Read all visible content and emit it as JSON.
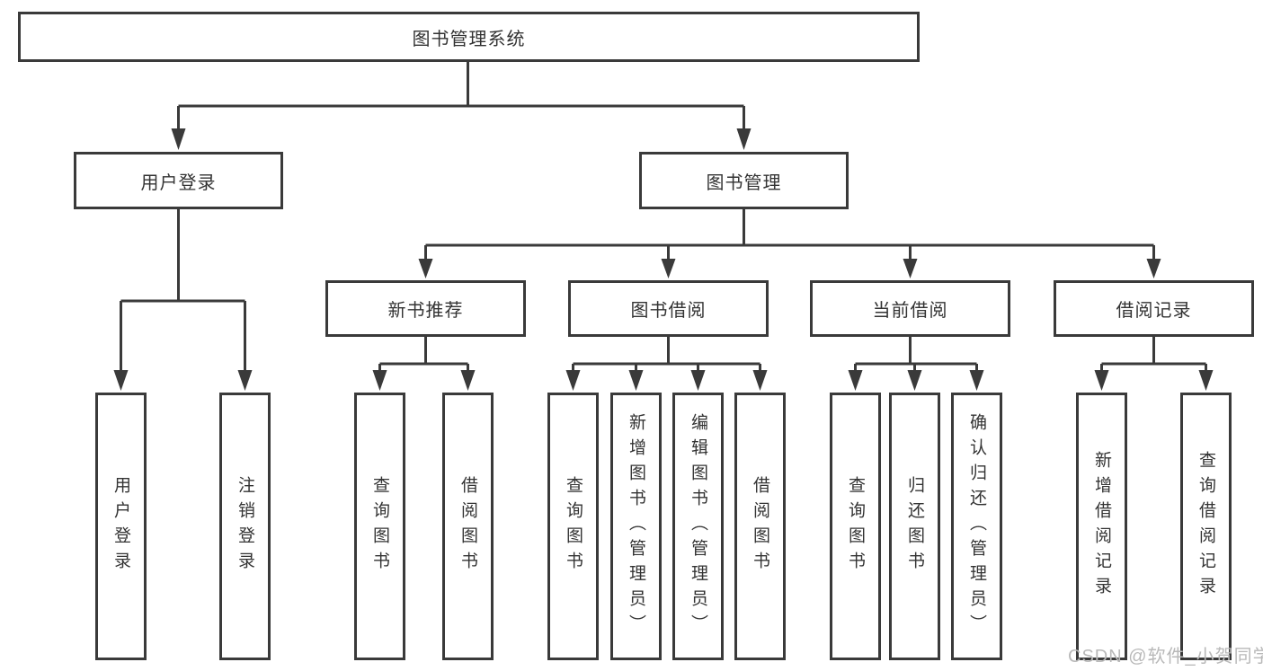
{
  "diagram": {
    "title": "图书管理系统",
    "branches": [
      {
        "label": "用户登录",
        "children": [
          "用户登录",
          "注销登录"
        ]
      },
      {
        "label": "图书管理",
        "sections": [
          {
            "label": "新书推荐",
            "children": [
              "查询图书",
              "借阅图书"
            ]
          },
          {
            "label": "图书借阅",
            "children": [
              "查询图书",
              "新增图书（管理员）",
              "编辑图书（管理员）",
              "借阅图书"
            ]
          },
          {
            "label": "当前借阅",
            "children": [
              "查询图书",
              "归还图书",
              "确认归还（管理员）"
            ]
          },
          {
            "label": "借阅记录",
            "children": [
              "新增借阅记录",
              "查询借阅记录"
            ]
          }
        ]
      }
    ]
  },
  "watermark": {
    "text": "CSDN @软件_小贺同学"
  },
  "colors": {
    "line": "#3a3a3a",
    "text": "#333333",
    "watermark": "#b9b9b9",
    "background": "#ffffff"
  }
}
